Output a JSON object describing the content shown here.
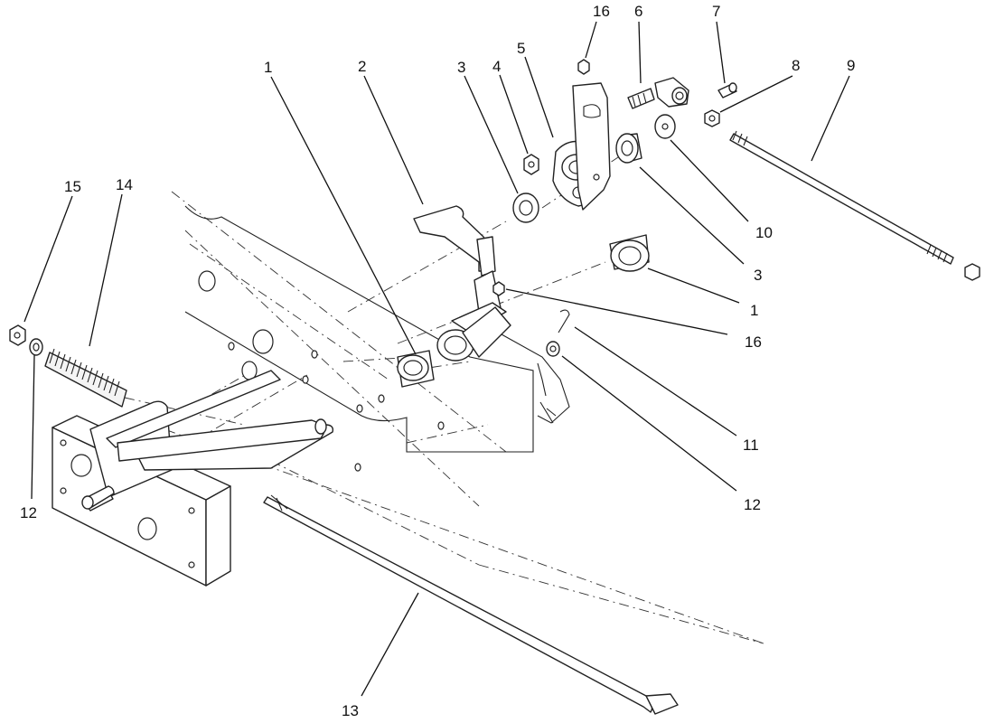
{
  "callouts": [
    {
      "id": "c16-top",
      "text": "16"
    },
    {
      "id": "c6",
      "text": "6"
    },
    {
      "id": "c7",
      "text": "7"
    },
    {
      "id": "c1-top",
      "text": "1"
    },
    {
      "id": "c2",
      "text": "2"
    },
    {
      "id": "c3-top",
      "text": "3"
    },
    {
      "id": "c4",
      "text": "4"
    },
    {
      "id": "c5",
      "text": "5"
    },
    {
      "id": "c8",
      "text": "8"
    },
    {
      "id": "c9",
      "text": "9"
    },
    {
      "id": "c15",
      "text": "15"
    },
    {
      "id": "c14",
      "text": "14"
    },
    {
      "id": "c10",
      "text": "10"
    },
    {
      "id": "c3-right",
      "text": "3"
    },
    {
      "id": "c1-right",
      "text": "1"
    },
    {
      "id": "c16-right",
      "text": "16"
    },
    {
      "id": "c11",
      "text": "11"
    },
    {
      "id": "c12-right",
      "text": "12"
    },
    {
      "id": "c12-left",
      "text": "12"
    },
    {
      "id": "c13",
      "text": "13"
    }
  ]
}
